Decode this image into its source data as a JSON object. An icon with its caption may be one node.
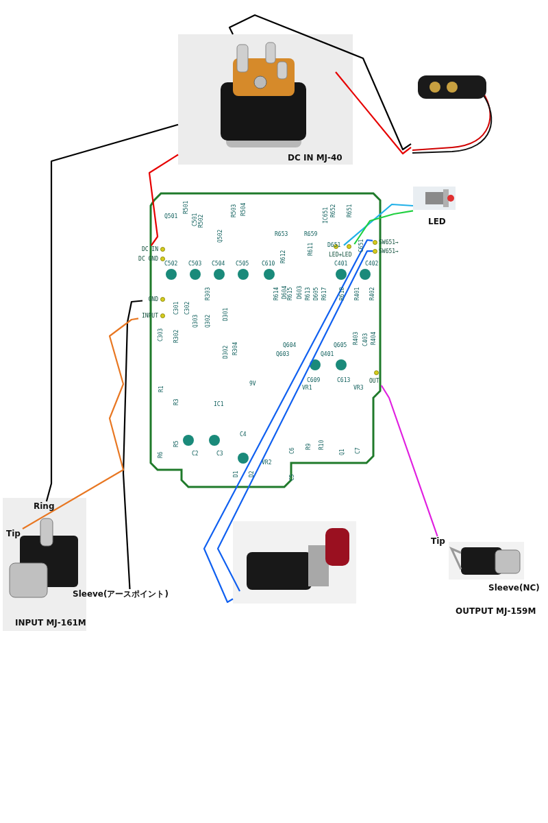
{
  "diagram": {
    "nodes": [
      {
        "text": [
          "DC IN MJ-40"
        ]
      },
      {
        "text": [],
        "shape": "picture"
      },
      {
        "text": [],
        "shape": "picture",
        "beside": [
          "LED"
        ]
      },
      {
        "text": [],
        "shape": "picture"
      },
      {
        "text": [
          "DC IN"
        ],
        "in": 3
      },
      {
        "text": [
          "DC GND"
        ],
        "in": 3
      },
      {
        "text": [
          "GND"
        ],
        "in": 3
      },
      {
        "text": [
          "INPUT"
        ],
        "in": 3
      },
      {
        "text": [
          "LED+"
        ],
        "in": 3
      },
      {
        "text": [
          "LED"
        ],
        "in": 3
      },
      {
        "text": [
          "SW651→"
        ],
        "in": 3
      },
      {
        "text": [
          "SW651→"
        ],
        "in": 3
      },
      {
        "text": [
          "OUT"
        ],
        "in": 3
      },
      {
        "text": [],
        "shape": "picture"
      },
      {
        "text": [
          "INPUT MJ-161M"
        ]
      },
      {
        "text": [
          "Ring"
        ],
        "in": 14
      },
      {
        "text": [
          "Tip"
        ],
        "in": 14
      },
      {
        "text": [
          "Sleeve(アースポイント)"
        ]
      },
      {
        "text": [],
        "shape": "picture"
      },
      {
        "text": [
          "Tip"
        ]
      },
      {
        "text": [
          "Sleeve(NC)"
        ]
      }
    ],
    "edges": [
      {
        "from": 0,
        "to": 4,
        "arrow": "none",
        "color": "#e60000"
      },
      {
        "from": 0,
        "to": 1,
        "arrow": "none",
        "color": "#e60000"
      },
      {
        "from": 0,
        "to": 1,
        "arrow": "none",
        "color": "#000000"
      },
      {
        "from": 0,
        "to": 15,
        "arrow": "none",
        "color": "#000000"
      },
      {
        "from": 17,
        "to": 6,
        "arrow": "none",
        "color": "#000000"
      },
      {
        "from": 16,
        "to": 7,
        "arrow": "none",
        "color": "#e87722"
      },
      {
        "from": 12,
        "to": 19,
        "arrow": "none",
        "color": "#e020e0"
      },
      {
        "from": 10,
        "to": 13,
        "arrow": "none",
        "color": "#1060f0"
      },
      {
        "from": 11,
        "to": 13,
        "arrow": "none",
        "color": "#1060f0"
      },
      {
        "from": 2,
        "to": 8,
        "arrow": "none",
        "color": "#20b0e8"
      },
      {
        "from": 2,
        "to": 9,
        "arrow": "none",
        "color": "#20d040"
      }
    ],
    "labels": [
      "Q501",
      "R501",
      "C501",
      "R502",
      "R503",
      "R504",
      "IC651",
      "R652",
      "R651",
      "Q502",
      "R653",
      "R612",
      "R659",
      "R611",
      "D651",
      "C651",
      "C502",
      "C503",
      "C504",
      "C505",
      "C610",
      "C401",
      "C402",
      "R303",
      "R614",
      "D604",
      "R615",
      "D603",
      "R613",
      "D605",
      "R617",
      "R618",
      "R401",
      "R402",
      "C301",
      "C302",
      "Q303",
      "Q302",
      "D301",
      "C303",
      "R302",
      "D302",
      "R304",
      "Q603",
      "Q604",
      "Q401",
      "Q605",
      "R403",
      "C403",
      "R404",
      "R1",
      "9V",
      "VR1",
      "C609",
      "C613",
      "VR3",
      "R3",
      "IC1",
      "R6",
      "R5",
      "C2",
      "C3",
      "C4",
      "C6",
      "R9",
      "R10",
      "Q1",
      "C7",
      "D1",
      "D2",
      "VR2",
      "C5",
      "OUTPUT MJ-159M"
    ]
  }
}
